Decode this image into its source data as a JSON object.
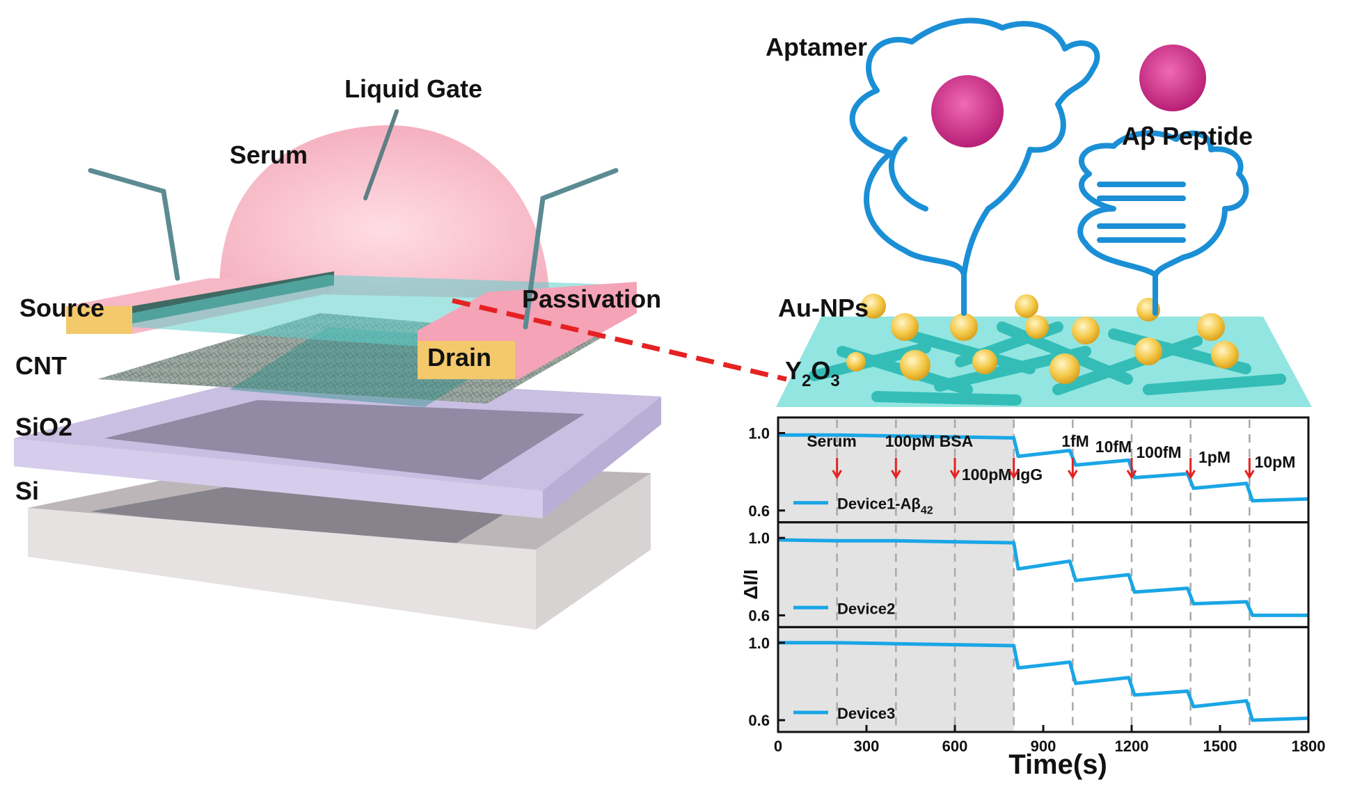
{
  "device_schematic": {
    "labels": {
      "liquid_gate": "Liquid Gate",
      "serum": "Serum",
      "source": "Source",
      "drain": "Drain",
      "passivation": "Passivation",
      "cnt": "CNT",
      "sio2": "SiO2",
      "si": "Si"
    },
    "colors": {
      "serum_dome": "#f6a8b8",
      "electrode_gold": "#f3c96b",
      "electrode_pink": "#f2a0b4",
      "passivation": "#5fd0cc",
      "sio2": "#c9bfe0",
      "si": "#d9d4d4",
      "link_line": "#e52222"
    }
  },
  "molecular_view": {
    "labels": {
      "aptamer": "Aptamer",
      "peptide": "Aβ Peptide",
      "au_nps": "Au-NPs",
      "y2o3_main": "Y",
      "y2o3_sub1": "2",
      "y2o3_o": "O",
      "y2o3_sub2": "3"
    },
    "colors": {
      "aptamer": "#1b8fd6",
      "peptide": "#d6308c",
      "gold_np": "#f5c94a",
      "cnt_rod": "#2ab9b3",
      "substrate": "#7fe0da"
    }
  },
  "chart_data": {
    "type": "line",
    "xlabel": "Time(s)",
    "ylabel": "ΔI/I",
    "xlim": [
      0,
      1800
    ],
    "xticks": [
      "0",
      "300",
      "600",
      "900",
      "1200",
      "1500",
      "1800"
    ],
    "yticks": [
      "1.0",
      "0.6"
    ],
    "ylim": [
      0.55,
      1.07
    ],
    "serum_region": [
      0,
      800
    ],
    "event_times": [
      200,
      400,
      600,
      800,
      1000,
      1200,
      1400,
      1600
    ],
    "annotations": [
      "Serum",
      "100pM BSA",
      "100pM IgG",
      "1fM",
      "10fM",
      "100fM",
      "1pM",
      "10pM"
    ],
    "line_color": "#1aa6e6",
    "panels": [
      {
        "name": "Device1-Aβ",
        "name_sub": "42",
        "points": [
          [
            0,
            0.99
          ],
          [
            200,
            0.99
          ],
          [
            400,
            0.985
          ],
          [
            600,
            0.98
          ],
          [
            800,
            0.975
          ],
          [
            815,
            0.88
          ],
          [
            990,
            0.91
          ],
          [
            1010,
            0.835
          ],
          [
            1190,
            0.86
          ],
          [
            1210,
            0.77
          ],
          [
            1390,
            0.79
          ],
          [
            1410,
            0.715
          ],
          [
            1590,
            0.74
          ],
          [
            1610,
            0.65
          ],
          [
            1800,
            0.66
          ]
        ]
      },
      {
        "name": "Device2",
        "name_sub": "",
        "points": [
          [
            0,
            0.99
          ],
          [
            200,
            0.985
          ],
          [
            400,
            0.985
          ],
          [
            600,
            0.98
          ],
          [
            800,
            0.975
          ],
          [
            815,
            0.84
          ],
          [
            990,
            0.88
          ],
          [
            1010,
            0.78
          ],
          [
            1190,
            0.81
          ],
          [
            1210,
            0.72
          ],
          [
            1390,
            0.74
          ],
          [
            1410,
            0.66
          ],
          [
            1590,
            0.67
          ],
          [
            1610,
            0.6
          ],
          [
            1800,
            0.6
          ]
        ]
      },
      {
        "name": "Device3",
        "name_sub": "",
        "points": [
          [
            0,
            1.0
          ],
          [
            200,
            1.0
          ],
          [
            400,
            0.995
          ],
          [
            600,
            0.99
          ],
          [
            800,
            0.985
          ],
          [
            815,
            0.87
          ],
          [
            990,
            0.9
          ],
          [
            1010,
            0.79
          ],
          [
            1190,
            0.82
          ],
          [
            1210,
            0.73
          ],
          [
            1390,
            0.75
          ],
          [
            1410,
            0.67
          ],
          [
            1590,
            0.7
          ],
          [
            1610,
            0.6
          ],
          [
            1800,
            0.61
          ]
        ]
      }
    ]
  }
}
